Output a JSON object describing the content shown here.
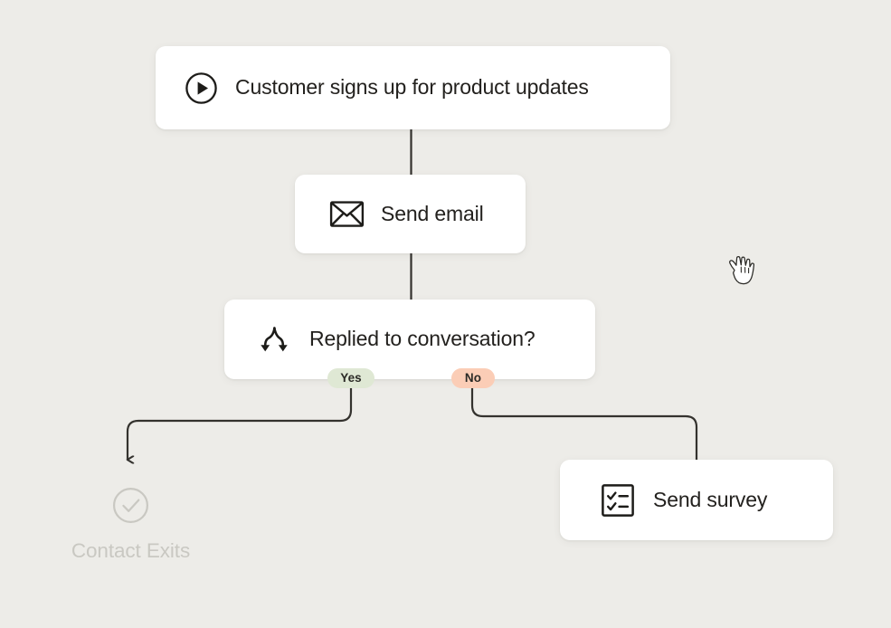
{
  "canvas": {
    "background_color": "#edece8",
    "card_color": "#ffffff",
    "edge_color": "#34322e",
    "muted_color": "#c9c8c2"
  },
  "nodes": [
    {
      "id": "trigger",
      "label": "Customer signs up for product updates",
      "icon": "play-circle-icon",
      "type": "trigger"
    },
    {
      "id": "send-email",
      "label": "Send email",
      "icon": "envelope-icon",
      "type": "action"
    },
    {
      "id": "branch",
      "label": "Replied to conversation?",
      "icon": "branch-arrows-icon",
      "type": "condition"
    },
    {
      "id": "send-survey",
      "label": "Send survey",
      "icon": "checklist-icon",
      "type": "action"
    }
  ],
  "branches": [
    {
      "id": "yes",
      "label": "Yes",
      "color": "#dfe8d4",
      "text_color": "#2b2a26"
    },
    {
      "id": "no",
      "label": "No",
      "color": "#fbcdb6",
      "text_color": "#2b2a26"
    }
  ],
  "terminal": {
    "label": "Contact Exits",
    "icon": "check-circle-icon",
    "color": "#c9c8c2"
  },
  "cursor": {
    "icon": "pointing-hand-cursor-icon"
  }
}
